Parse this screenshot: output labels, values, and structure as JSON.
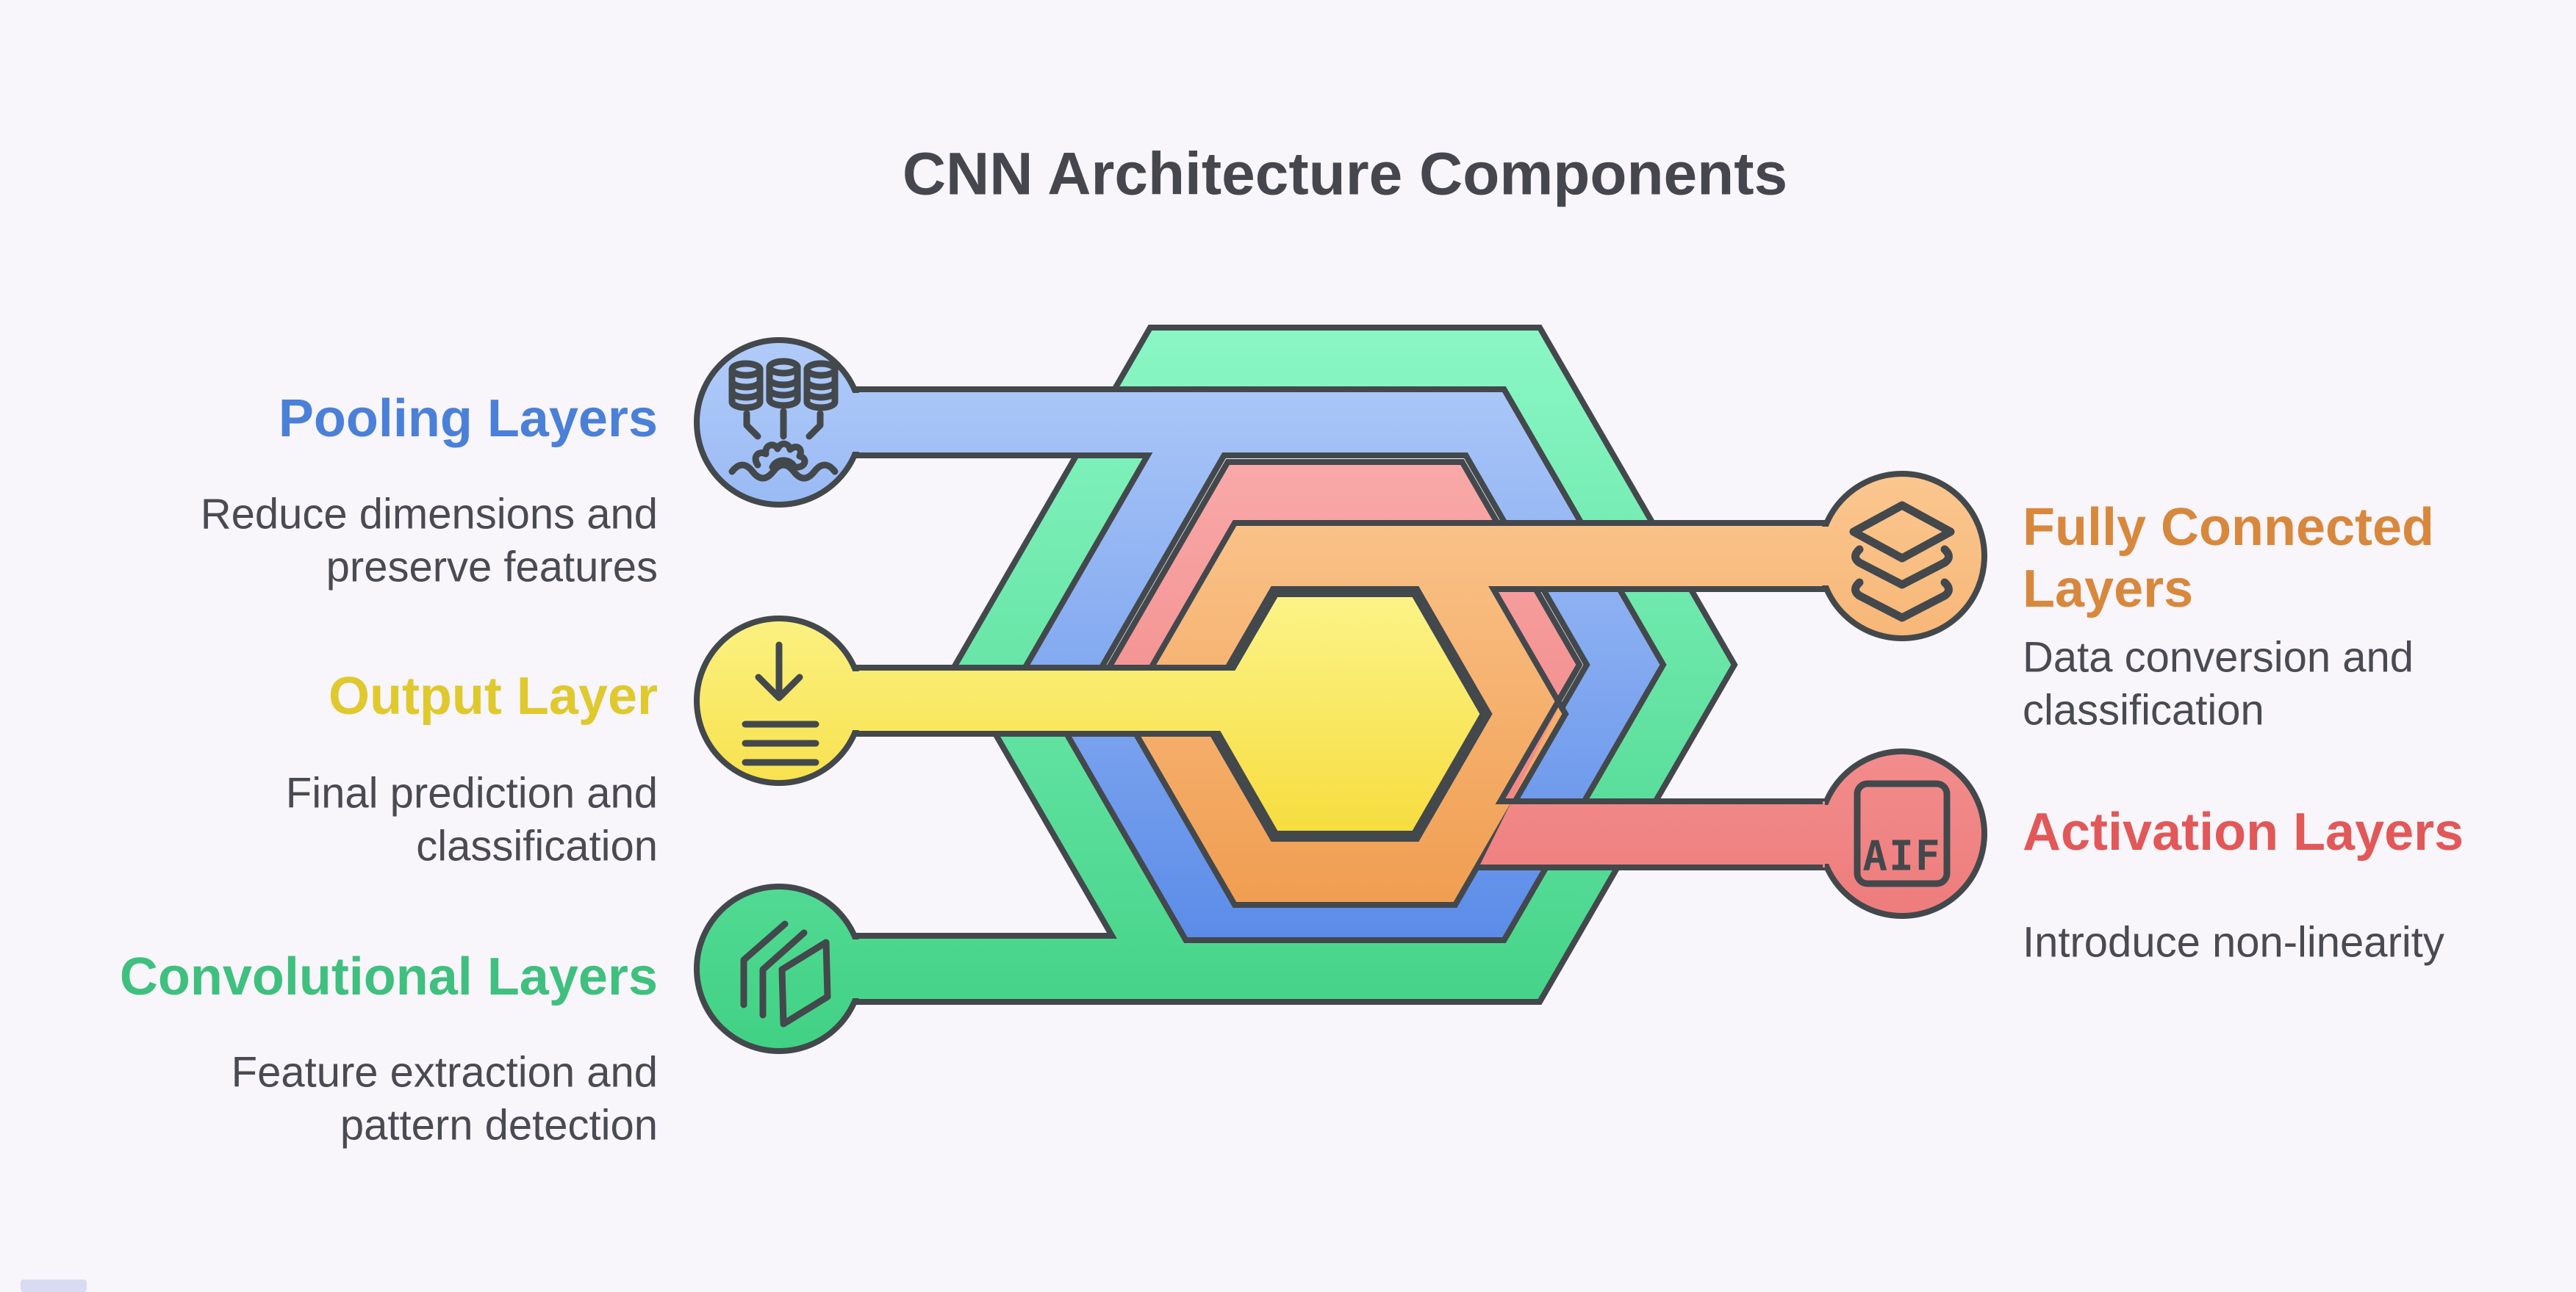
{
  "title": "CNN Architecture Components",
  "nodes": {
    "pooling": {
      "label": "Pooling Layers",
      "desc1": "Reduce dimensions and",
      "desc2": "preserve features",
      "color": "#4b80d8",
      "icon": "database-pool-icon"
    },
    "output": {
      "label": "Output Layer",
      "desc1": "Final prediction and",
      "desc2": "classification",
      "color": "#dfc92d",
      "icon": "download-tray-icon"
    },
    "convolutional": {
      "label": "Convolutional Layers",
      "desc1": "Feature extraction and",
      "desc2": "pattern detection",
      "color": "#3fc07e",
      "icon": "stacked-panes-icon"
    },
    "fully_connected": {
      "label_line1": "Fully Connected",
      "label_line2": "Layers",
      "desc1": "Data conversion and",
      "desc2": "classification",
      "color": "#d8883c",
      "icon": "stacked-layers-icon"
    },
    "activation": {
      "label": "Activation Layers",
      "desc1": "Introduce non-linearity",
      "color": "#e25858",
      "icon": "aif-file-icon",
      "icon_text": "AIF"
    }
  },
  "colors": {
    "background": "#f8f5fb",
    "outline": "#43484c",
    "body_text": "#4a4a52",
    "title_text": "#46464e",
    "green": "#42d085",
    "blue": "#5c8ce8",
    "red": "#ee7d7d",
    "orange": "#f09e52",
    "yellow": "#f6dc3d"
  }
}
